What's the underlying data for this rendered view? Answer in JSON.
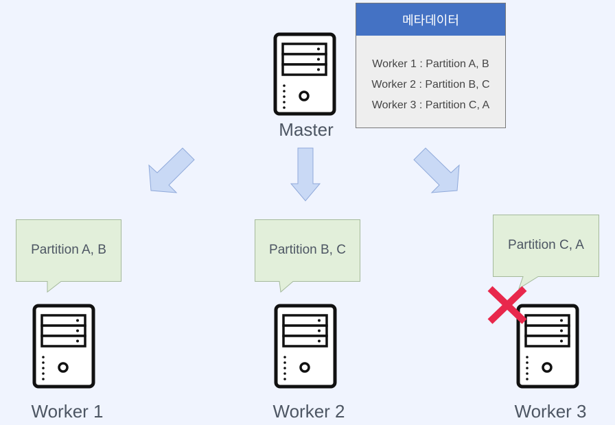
{
  "master": {
    "label": "Master"
  },
  "metadata": {
    "title": "메타데이터",
    "rows": [
      "Worker 1 : Partition A, B",
      "Worker 2 : Partition B, C",
      "Worker 3 : Partition C, A"
    ]
  },
  "workers": [
    {
      "label": "Worker 1",
      "partition": "Partition A, B",
      "failed": false
    },
    {
      "label": "Worker 2",
      "partition": "Partition B, C",
      "failed": false
    },
    {
      "label": "Worker 3",
      "partition": "Partition C, A",
      "failed": true
    }
  ],
  "colors": {
    "background": "#f0f4fe",
    "metadata_header": "#4472c4",
    "callout_fill": "#e2efda",
    "arrow_fill": "#c9d9f5",
    "failure_mark": "#e8284c"
  }
}
